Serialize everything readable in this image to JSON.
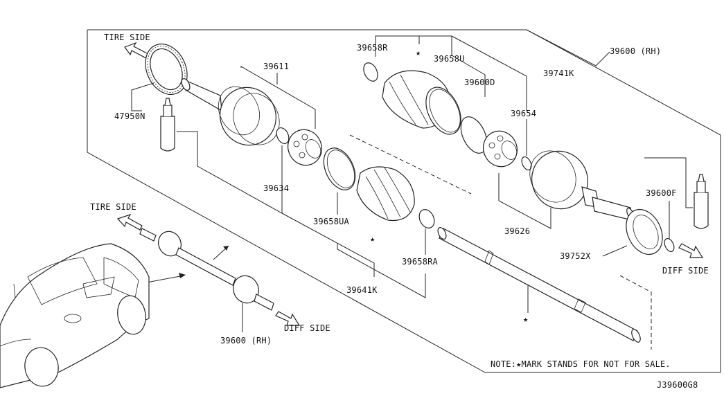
{
  "labels": {
    "tire_side_top": "TIRE SIDE",
    "tire_side_mid": "TIRE SIDE",
    "diff_side_right": "DIFF SIDE",
    "diff_side_bottom": "DIFF SIDE",
    "p47950N": "47950N",
    "p39611": "39611",
    "p39634": "39634",
    "p39658UA": "39658UA",
    "p39641K": "39641K",
    "p39658RA": "39658RA",
    "p39658R": "39658R",
    "p39658U": "39658U",
    "p39600D": "39600D",
    "p39654": "39654",
    "p39741K": "39741K",
    "p39600RH_top": "39600 (RH)",
    "p39600RH_bottom": "39600 (RH)",
    "p39626": "39626",
    "p39600F": "39600F",
    "p39752X": "39752X",
    "note": "NOTE:★MARK STANDS FOR NOT FOR SALE.",
    "code": "J39600G8",
    "star": "★"
  }
}
